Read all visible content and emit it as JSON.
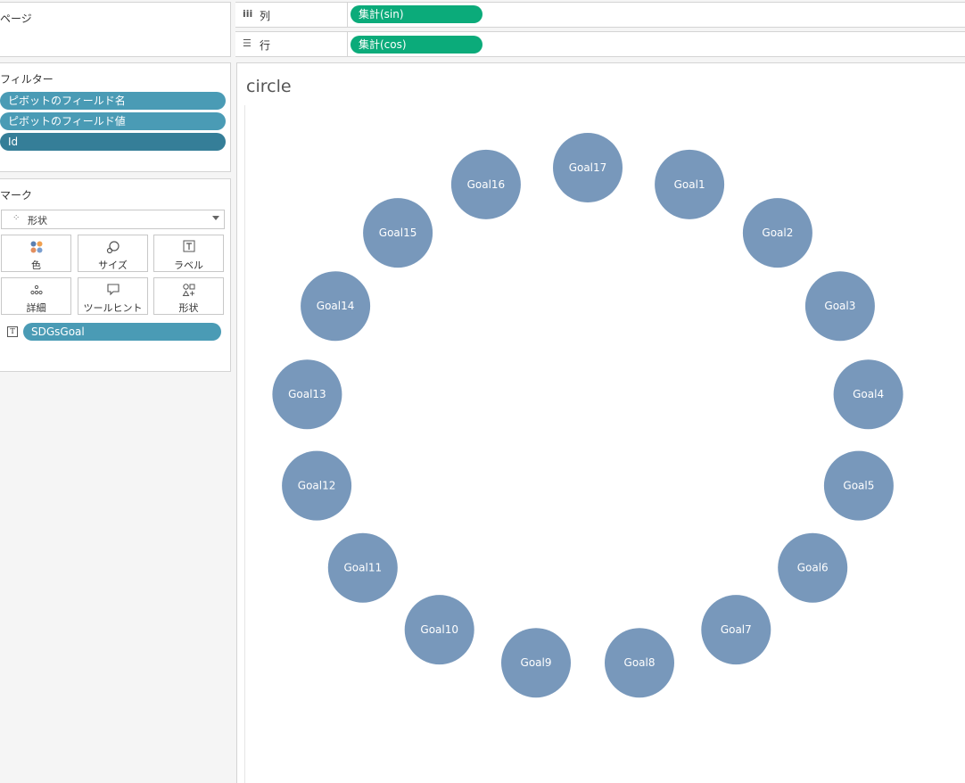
{
  "pages_panel": {
    "title": "ページ"
  },
  "columns_shelf": {
    "icon": "iii",
    "label": "列",
    "pill": "集計(sin)"
  },
  "rows_shelf": {
    "icon": "☰",
    "label": "行",
    "pill": "集計(cos)"
  },
  "filters_panel": {
    "title": "フィルター",
    "items": [
      "ピボットのフィールド名",
      "ピボットのフィールド値",
      "Id"
    ]
  },
  "marks_panel": {
    "title": "マーク",
    "mark_type": "形状",
    "buttons": [
      "色",
      "サイズ",
      "ラベル",
      "詳細",
      "ツールヒント",
      "形状"
    ],
    "label_pill": "SDGsGoal"
  },
  "viz": {
    "title": "circle"
  },
  "colors": {
    "mark": "#7898bb",
    "pill_blue": "#4a9bb5",
    "pill_dark": "#357e98",
    "pill_green": "#0bab7a"
  },
  "chart_data": {
    "type": "scatter",
    "title": "circle",
    "xlabel": "集計(sin)",
    "ylabel": "集計(cos)",
    "points": [
      {
        "label": "Goal1",
        "x": 0.3612,
        "y": 0.9325
      },
      {
        "label": "Goal2",
        "x": 0.6737,
        "y": 0.739
      },
      {
        "label": "Goal3",
        "x": 0.8952,
        "y": 0.4457
      },
      {
        "label": "Goal4",
        "x": 0.9957,
        "y": 0.0923
      },
      {
        "label": "Goal5",
        "x": 0.9618,
        "y": -0.2737
      },
      {
        "label": "Goal6",
        "x": 0.798,
        "y": -0.6026
      },
      {
        "label": "Goal7",
        "x": 0.5264,
        "y": -0.8502
      },
      {
        "label": "Goal8",
        "x": 0.1837,
        "y": -0.983
      },
      {
        "label": "Goal9",
        "x": -0.1837,
        "y": -0.983
      },
      {
        "label": "Goal10",
        "x": -0.5264,
        "y": -0.8502
      },
      {
        "label": "Goal11",
        "x": -0.798,
        "y": -0.6026
      },
      {
        "label": "Goal12",
        "x": -0.9618,
        "y": -0.2737
      },
      {
        "label": "Goal13",
        "x": -0.9957,
        "y": 0.0923
      },
      {
        "label": "Goal14",
        "x": -0.8952,
        "y": 0.4457
      },
      {
        "label": "Goal15",
        "x": -0.6737,
        "y": 0.739
      },
      {
        "label": "Goal16",
        "x": -0.3612,
        "y": 0.9325
      },
      {
        "label": "Goal17",
        "x": 0.0,
        "y": 1.0
      }
    ]
  }
}
